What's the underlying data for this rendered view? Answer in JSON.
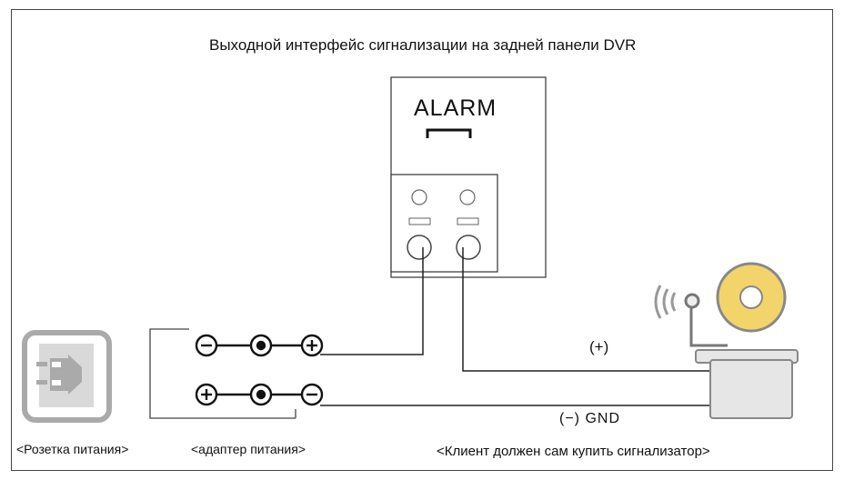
{
  "title": "Выходной интерфейс сигнализации на задней панели DVR",
  "alarm_panel": {
    "label": "ALARM"
  },
  "wires": {
    "positive_label": "(+)",
    "negative_label": "(−) GND"
  },
  "captions": {
    "power_socket": "<Розетка питания>",
    "power_adapter": "<адаптер питания>",
    "alarm_device": "<Клиент должен сам купить сигнализатор>"
  },
  "colors": {
    "line": "#222222",
    "socket_gray": "#aaaaaa",
    "bell_yellow": "#f3d46b",
    "bell_gray": "#d8d8d8"
  }
}
